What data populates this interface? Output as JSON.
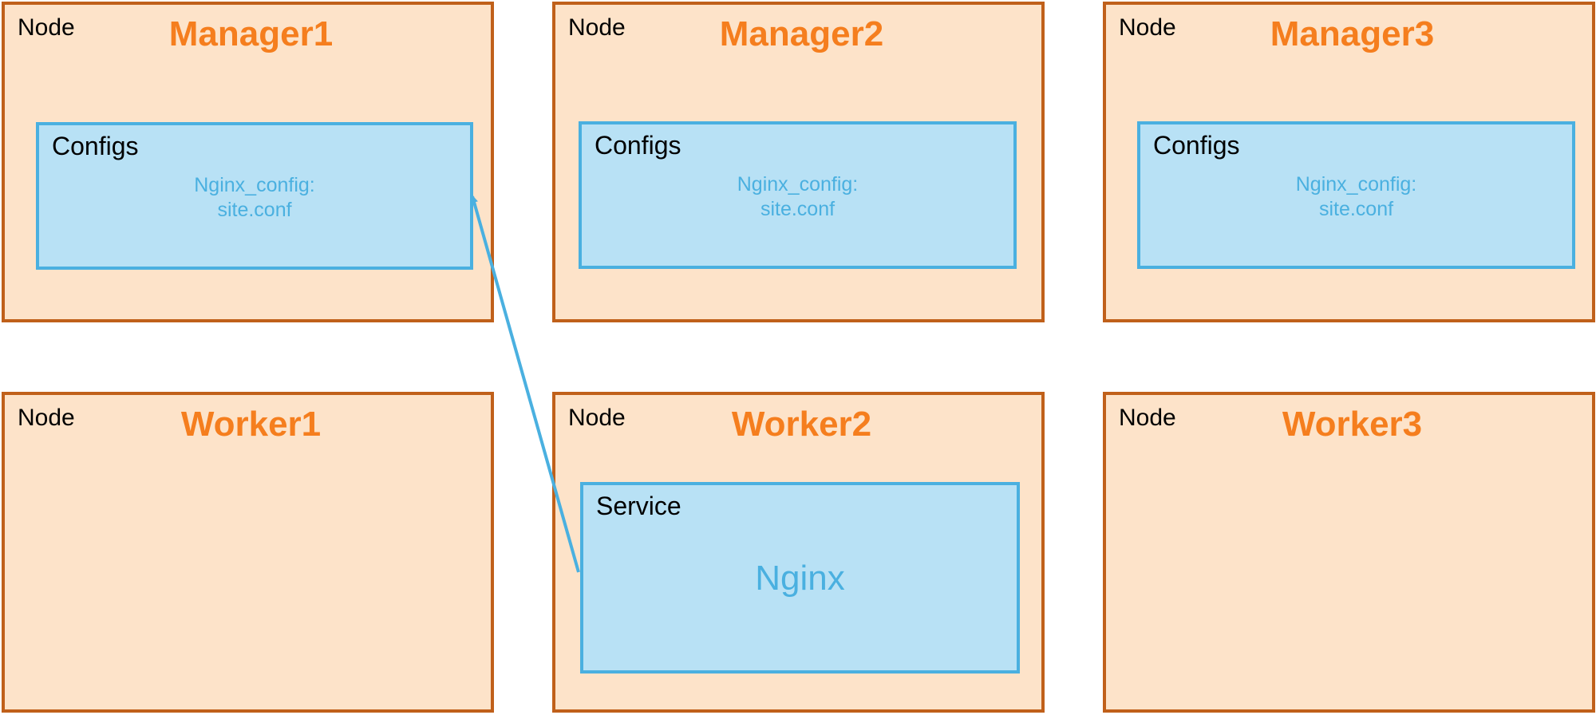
{
  "colors": {
    "node_fill": "#fde3c9",
    "node_border": "#c0601a",
    "node_name": "#f57e1e",
    "inner_fill": "#b8e1f5",
    "inner_border": "#4ab0e0",
    "arrow": "#4ab0e0"
  },
  "nodes": [
    {
      "label": "Node",
      "name": "Manager1",
      "configs": {
        "title": "Configs",
        "line1": "Nginx_config:",
        "line2": "site.conf"
      }
    },
    {
      "label": "Node",
      "name": "Manager2",
      "configs": {
        "title": "Configs",
        "line1": "Nginx_config:",
        "line2": "site.conf"
      }
    },
    {
      "label": "Node",
      "name": "Manager3",
      "configs": {
        "title": "Configs",
        "line1": "Nginx_config:",
        "line2": "site.conf"
      }
    },
    {
      "label": "Node",
      "name": "Worker1"
    },
    {
      "label": "Node",
      "name": "Worker2",
      "service": {
        "title": "Service",
        "name": "Nginx"
      }
    },
    {
      "label": "Node",
      "name": "Worker3"
    }
  ],
  "connections": [
    {
      "from": "Worker2 Service",
      "to": "Manager1 Configs",
      "style": "arrow"
    }
  ]
}
